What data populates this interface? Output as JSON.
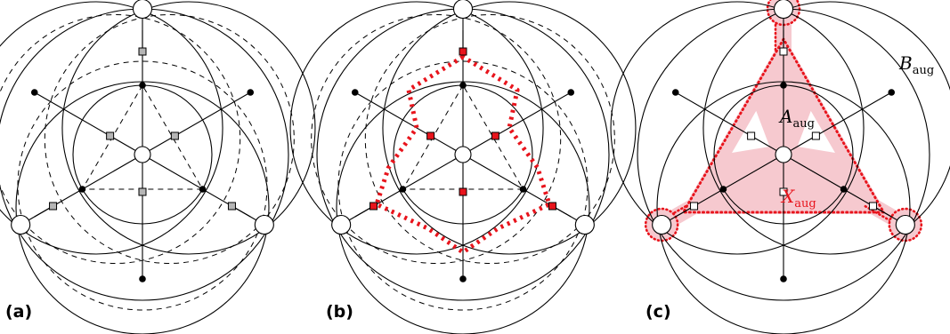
{
  "panels": [
    {
      "caption": "(a)"
    },
    {
      "caption": "(b)"
    },
    {
      "caption": "(c)"
    }
  ],
  "labels": {
    "B": {
      "main": "B",
      "sub": "aug"
    },
    "A": {
      "main": "A",
      "sub": "aug"
    },
    "X": {
      "main": "X",
      "sub": "aug"
    }
  },
  "colors": {
    "ink": "#000000",
    "highlight": "#e8141c",
    "region_fill": "#f6c9cf",
    "square_fill_a": "#b5b5b5"
  }
}
